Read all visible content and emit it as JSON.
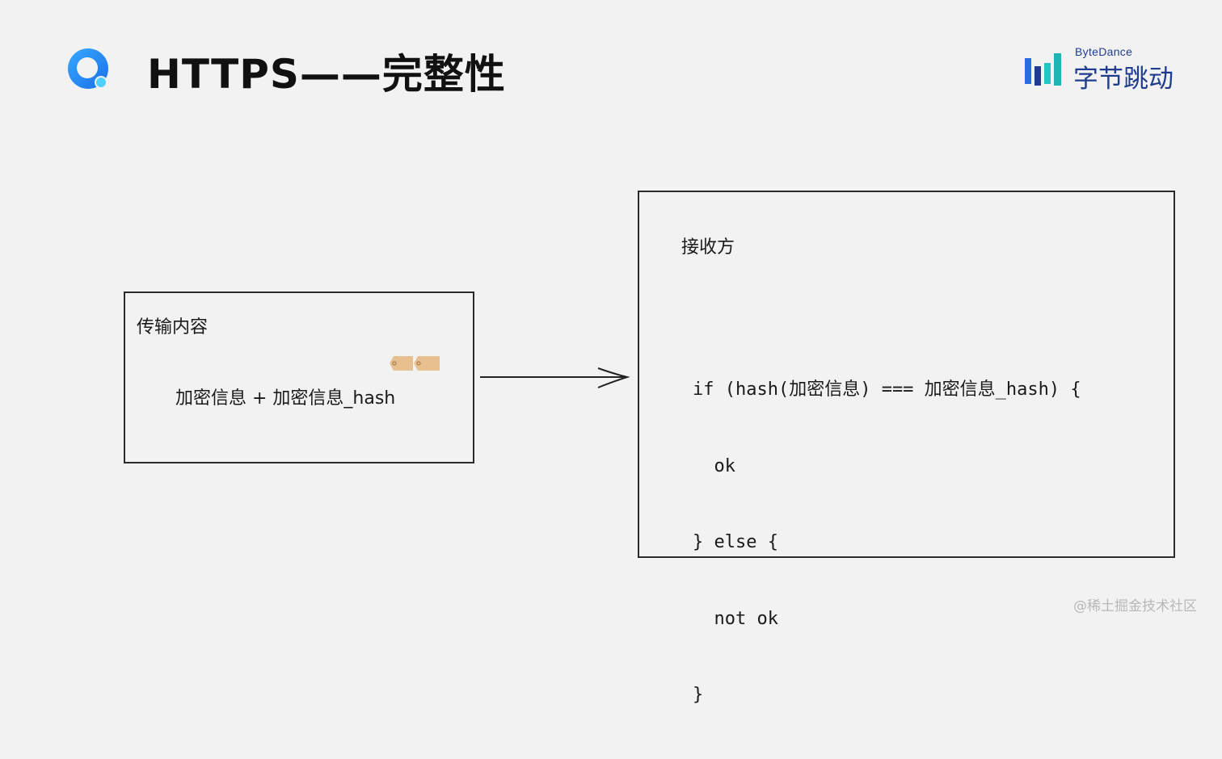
{
  "title": "HTTPS——完整性",
  "brand": {
    "en": "ByteDance",
    "cn": "字节跳动",
    "colors": [
      "#2b6be0",
      "#21c7c7",
      "#1f3c8f"
    ]
  },
  "logo": {
    "icon": "search-q-icon",
    "color": "#1e8fff"
  },
  "sender": {
    "label": "传输内容",
    "content": "加密信息 + 加密信息_hash",
    "tag_icon": "tag-icon",
    "tag_color": "#e8bf8f"
  },
  "receiver": {
    "label": "接收方",
    "code_lines": [
      "if (hash(加密信息) === 加密信息_hash) {",
      "  ok",
      "} else {",
      "  not ok",
      "}"
    ]
  },
  "watermark": "@稀土掘金技术社区"
}
